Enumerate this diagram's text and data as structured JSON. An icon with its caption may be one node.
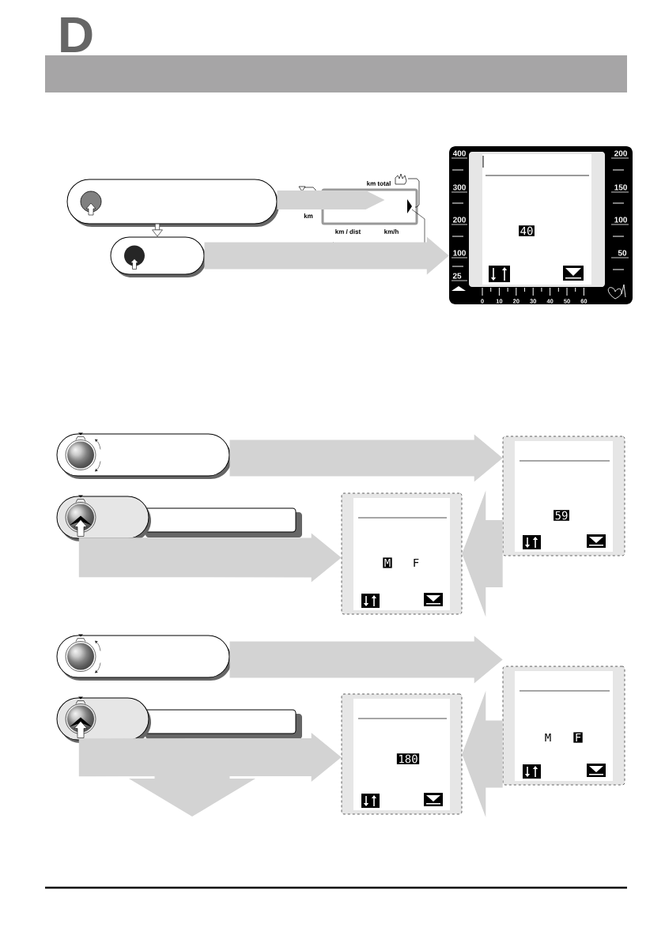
{
  "diagram": {
    "title": "D",
    "nodes": [
      {
        "text": [],
        "shape": "pill"
      },
      {
        "text": [],
        "shape": "pill"
      },
      {
        "text": [],
        "shape": "box",
        "beside": [
          "km total",
          "km",
          "km / dist",
          "km/h"
        ]
      },
      {
        "text": [
          "40"
        ]
      },
      {
        "text": [],
        "shape": "pill"
      },
      {
        "text": [],
        "shape": "pill"
      },
      {
        "text": [
          "M",
          "F"
        ]
      },
      {
        "text": [
          "59"
        ]
      },
      {
        "text": [],
        "shape": "pill"
      },
      {
        "text": [],
        "shape": "pill"
      },
      {
        "text": [
          "180"
        ]
      },
      {
        "text": [
          "M",
          "F"
        ]
      }
    ],
    "edges": [
      {
        "from": 0,
        "to": 1,
        "arrow": "to",
        "color": "#000000"
      },
      {
        "from": 0,
        "to": 2,
        "arrow": "to"
      },
      {
        "from": 1,
        "to": 3,
        "arrow": "to"
      },
      {
        "from": 4,
        "to": 7,
        "arrow": "to"
      },
      {
        "from": 7,
        "to": 6,
        "arrow": "to",
        "style": "thick"
      },
      {
        "from": 5,
        "to": 6,
        "arrow": "to"
      },
      {
        "from": 8,
        "to": 11,
        "arrow": "to"
      },
      {
        "from": 11,
        "to": 10,
        "arrow": "to",
        "style": "thick"
      },
      {
        "from": 9,
        "to": 10,
        "arrow": "to"
      },
      {
        "from": 9,
        "to": null,
        "arrow": "to",
        "style": "thick"
      }
    ],
    "labels": [
      "400",
      "200",
      "300",
      "150",
      "200",
      "100",
      "100",
      "50",
      "25",
      "0",
      "10",
      "20",
      "30",
      "40",
      "50",
      "60"
    ]
  }
}
